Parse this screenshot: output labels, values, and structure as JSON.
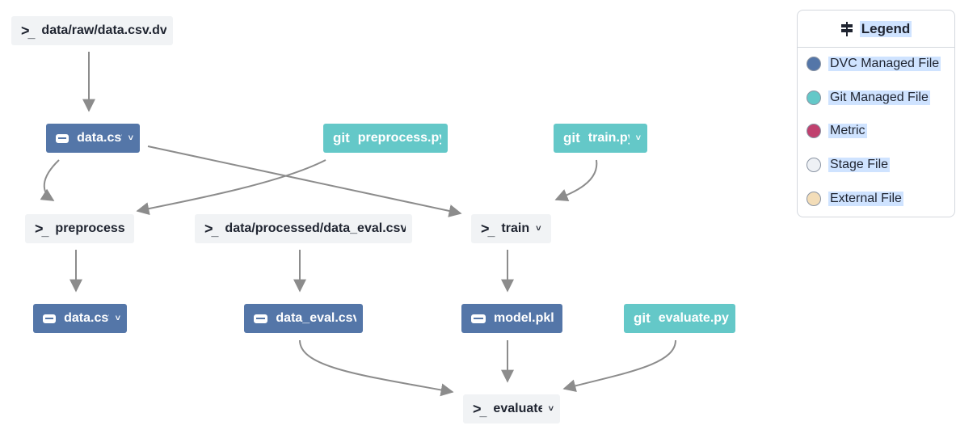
{
  "nodes": [
    {
      "id": "n_raw",
      "kind": "stage",
      "label": "data/raw/data.csv.dvc"
    },
    {
      "id": "n_datacsv1",
      "kind": "dvc",
      "label": "data.csv",
      "chevron": "˅"
    },
    {
      "id": "n_prepy",
      "kind": "git",
      "label": "preprocess.py",
      "icon_text": "git"
    },
    {
      "id": "n_trainpy",
      "kind": "git",
      "label": "train.py",
      "icon_text": "git",
      "chevron": "˅"
    },
    {
      "id": "n_preprocess",
      "kind": "stage",
      "label": "preprocess"
    },
    {
      "id": "n_evalcsvdvc",
      "kind": "stage",
      "label": "data/processed/data_eval.csv.dvc"
    },
    {
      "id": "n_train",
      "kind": "stage",
      "label": "train",
      "chevron": "˅"
    },
    {
      "id": "n_datacsv2",
      "kind": "dvc",
      "label": "data.csv",
      "chevron": "˅"
    },
    {
      "id": "n_dataeval",
      "kind": "dvc",
      "label": "data_eval.csv"
    },
    {
      "id": "n_model",
      "kind": "dvc",
      "label": "model.pkl"
    },
    {
      "id": "n_evalpy",
      "kind": "git",
      "label": "evaluate.py",
      "icon_text": "git"
    },
    {
      "id": "n_evaluate",
      "kind": "stage",
      "label": "evaluate",
      "chevron": "˅"
    }
  ],
  "edges": [
    {
      "from": "n_raw",
      "to": "n_datacsv1"
    },
    {
      "from": "n_datacsv1",
      "to": "n_preprocess"
    },
    {
      "from": "n_datacsv1",
      "to": "n_train"
    },
    {
      "from": "n_prepy",
      "to": "n_preprocess"
    },
    {
      "from": "n_trainpy",
      "to": "n_train"
    },
    {
      "from": "n_preprocess",
      "to": "n_datacsv2"
    },
    {
      "from": "n_evalcsvdvc",
      "to": "n_dataeval"
    },
    {
      "from": "n_train",
      "to": "n_model"
    },
    {
      "from": "n_dataeval",
      "to": "n_evaluate"
    },
    {
      "from": "n_model",
      "to": "n_evaluate"
    },
    {
      "from": "n_evalpy",
      "to": "n_evaluate"
    }
  ],
  "legend": {
    "title": "Legend",
    "items": [
      {
        "label": "DVC Managed File",
        "color": "#5476a8"
      },
      {
        "label": "Git Managed File",
        "color": "#64c8c8"
      },
      {
        "label": "Metric",
        "color": "#c0406e"
      },
      {
        "label": "Stage File",
        "color": "#eef1f5"
      },
      {
        "label": "External File",
        "color": "#f3ddb8"
      }
    ]
  },
  "colors": {
    "dvc": "#5476a8",
    "git": "#64c8c8",
    "stage_bg": "#f1f3f5",
    "edge": "#8c8c8c"
  }
}
